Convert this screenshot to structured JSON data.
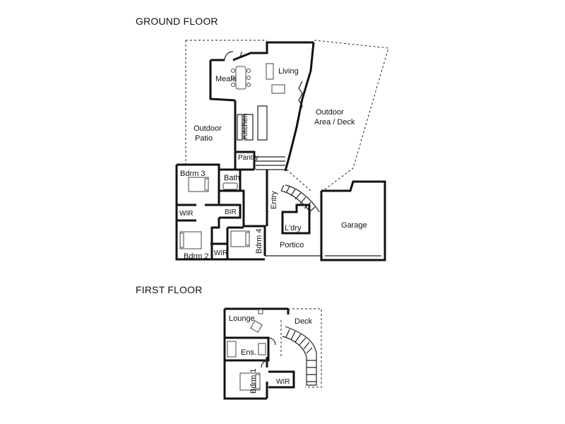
{
  "floors": {
    "ground": {
      "title": "GROUND FLOOR",
      "rooms": {
        "meals": "Meals",
        "living": "Living",
        "outdoor_area_line1": "Outdoor",
        "outdoor_area_line2": "Area / Deck",
        "outdoor_patio_line1": "Outdoor",
        "outdoor_patio_line2": "Patio",
        "kitchen": "Kitchen",
        "pantry": "Pantry",
        "bdrm3": "Bdrm 3",
        "bath": "Bath",
        "wir1": "WIR",
        "bir": "BIR",
        "entry": "Entry",
        "ldry": "L'dry",
        "garage": "Garage",
        "bdrm4": "Bdrm 4",
        "portico": "Portico",
        "bdrm2": "Bdrm 2",
        "wir2": "WIR"
      }
    },
    "first": {
      "title": "FIRST FLOOR",
      "rooms": {
        "lounge": "Lounge",
        "deck": "Deck",
        "ens": "Ens.",
        "bdrm1": "Bdrm 1",
        "wir": "WIR"
      }
    }
  }
}
